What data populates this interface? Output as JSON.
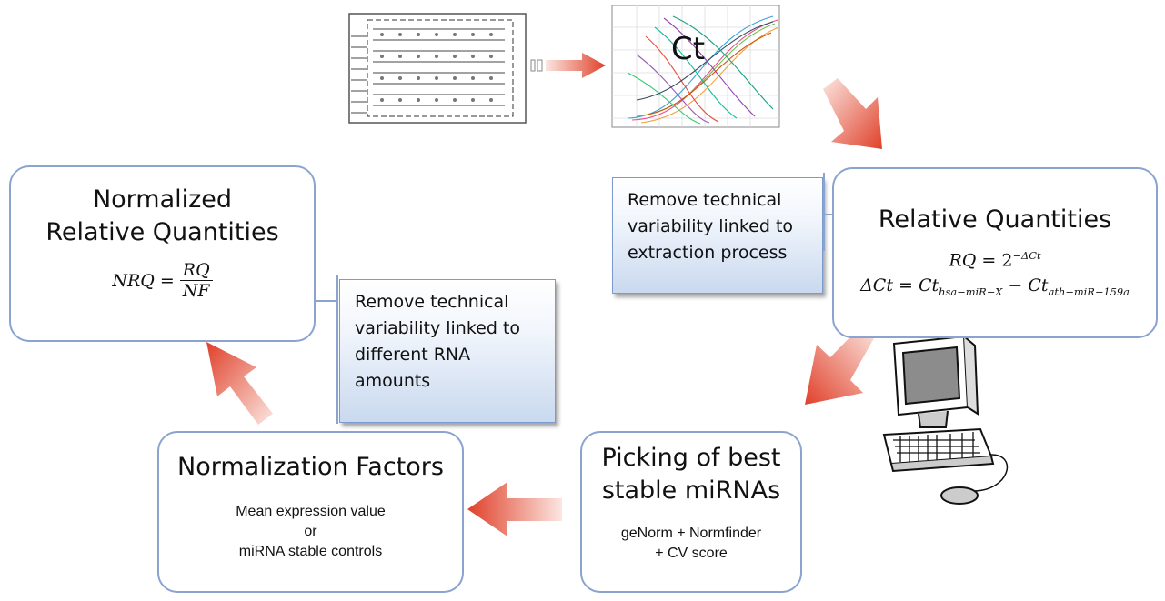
{
  "top": {
    "ct_label": "Ct"
  },
  "boxes": {
    "nrq": {
      "title_line1": "Normalized",
      "title_line2": "Relative Quantities",
      "formula_lhs": "NRQ",
      "formula_num": "RQ",
      "formula_den": "NF"
    },
    "rq": {
      "title": "Relative Quantities",
      "formula1_lhs": "RQ",
      "formula1_base": "2",
      "formula1_exp": "−ΔCt",
      "formula2_lhs": "ΔCt",
      "formula2_t1": "Ct",
      "formula2_s1": "hsa−miR−X",
      "formula2_t2": "Ct",
      "formula2_s2": "ath−miR−159a"
    },
    "nf": {
      "title": "Normalization Factors",
      "line1": "Mean expression value",
      "line2": "or",
      "line3": "miRNA stable controls"
    },
    "pick": {
      "title_line1": "Picking of best",
      "title_line2": "stable miRNAs",
      "line1": "geNorm + Normfinder",
      "line2": "+ CV score"
    }
  },
  "notes": {
    "extraction": {
      "line1": "Remove technical",
      "line2": "variability linked to",
      "line3": "extraction process"
    },
    "rna": {
      "line1": "Remove technical",
      "line2": "variability linked to",
      "line3": "different RNA",
      "line4": "amounts"
    }
  },
  "colors": {
    "box_border": "#8aa4cf",
    "arrow_light": "#f7dcd4",
    "arrow_dark": "#e2402c",
    "note_grad_bottom": "#c9d9ef"
  },
  "icons": [
    "qpcr-plate-icon",
    "amplification-plot-icon",
    "computer-icon"
  ]
}
